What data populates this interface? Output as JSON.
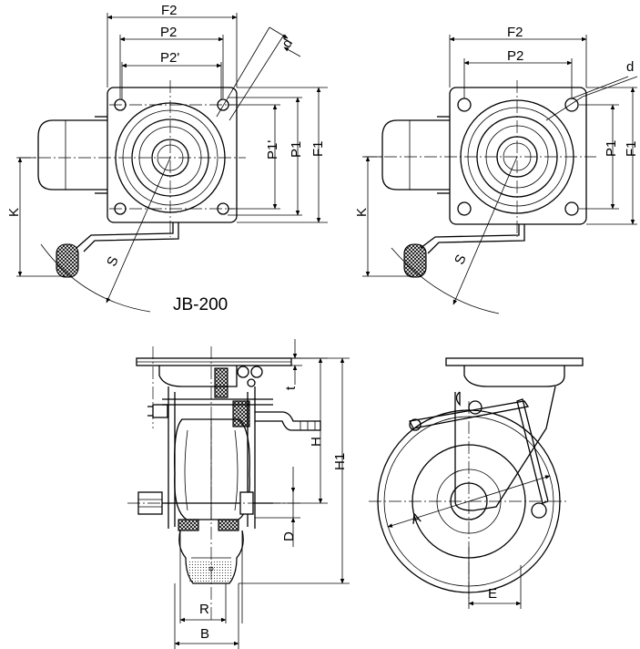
{
  "model": "JB-200",
  "labels": {
    "F2": "F2",
    "P2": "P2",
    "P2p": "P2'",
    "d": "d",
    "P1": "P1",
    "P1p": "P1'",
    "F1": "F1",
    "K": "K",
    "S": "S",
    "t": "t",
    "H": "H",
    "H1": "H1",
    "D": "D",
    "R": "R",
    "B": "B",
    "A": "A",
    "E": "E"
  }
}
